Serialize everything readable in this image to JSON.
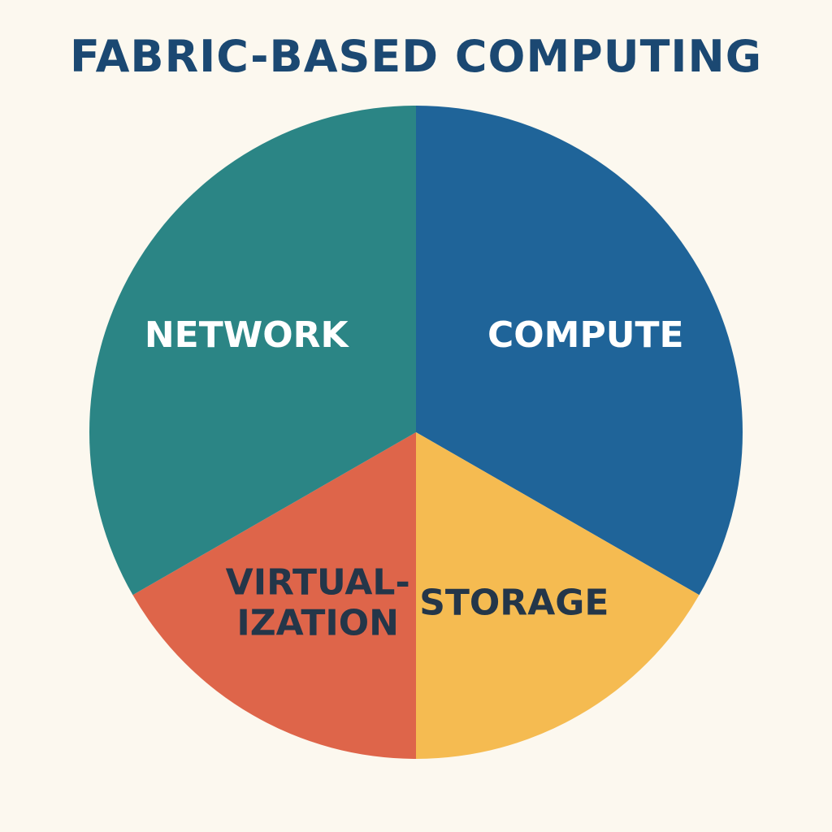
{
  "colors": {
    "background": "#fcf8ef",
    "title": "#1b4872"
  },
  "chart_data": {
    "type": "pie",
    "title": "FABRIC-BASED COMPUTING",
    "start_angle_deg": 0,
    "direction": "clockwise",
    "slices": [
      {
        "label": "COMPUTE",
        "lines": [
          "COMPUTE"
        ],
        "value": 33.3,
        "color": "#1f6499",
        "label_color": "#ffffff"
      },
      {
        "label": "STORAGE",
        "lines": [
          "STORAGE"
        ],
        "value": 16.7,
        "color": "#f5bb51",
        "label_color": "#243649"
      },
      {
        "label": "VIRTUAL-IZATION",
        "lines": [
          "VIRTUAL-",
          "IZATION"
        ],
        "value": 16.7,
        "color": "#de654a",
        "label_color": "#243649"
      },
      {
        "label": "NETWORK",
        "lines": [
          "NETWORK"
        ],
        "value": 33.3,
        "color": "#2b8585",
        "label_color": "#ffffff"
      }
    ]
  }
}
